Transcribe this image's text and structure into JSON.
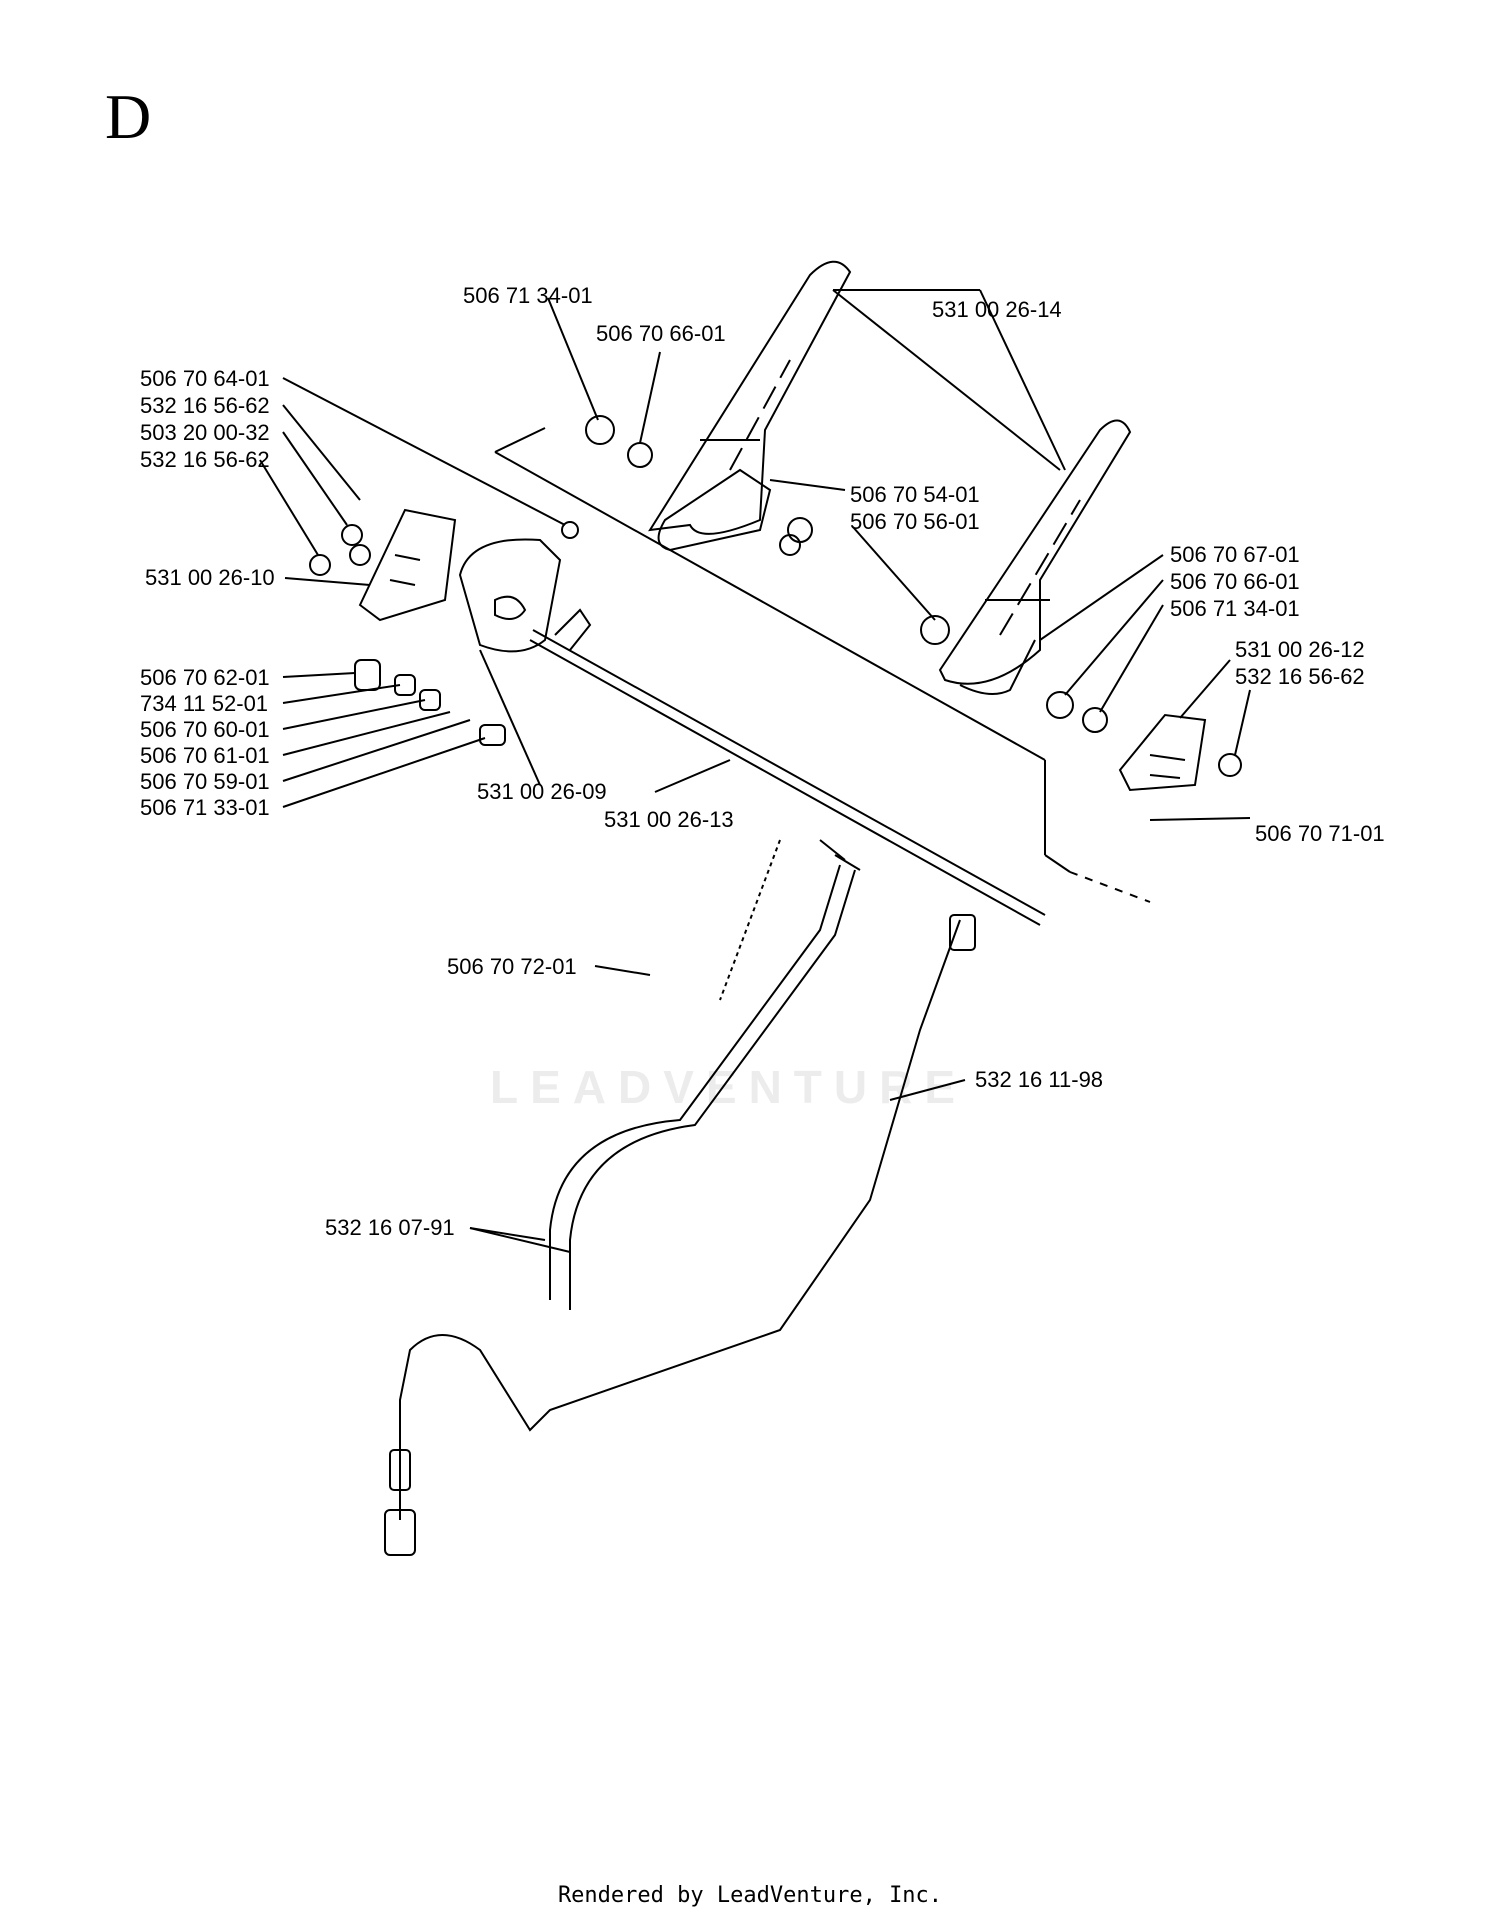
{
  "section": "D",
  "watermark": "LEADVENTURE",
  "footer": "Rendered by LeadVenture, Inc.",
  "labels": {
    "l_506713401_a": "506 71 34-01",
    "l_506706601_a": "506 70 66-01",
    "l_531002614": "531 00 26-14",
    "l_506706401": "506 70 64-01",
    "l_532165662_a": "532 16 56-62",
    "l_503200032": "503 20 00-32",
    "l_532165662_b": "532 16 56-62",
    "l_506705401": "506 70 54-01",
    "l_506705601": "506 70 56-01",
    "l_531002610": "531 00 26-10",
    "l_506706701": "506 70 67-01",
    "l_506706601_b": "506 70 66-01",
    "l_506713401_b": "506 71 34-01",
    "l_531002612": "531 00 26-12",
    "l_532165662_c": "532 16 56-62",
    "l_506706201": "506 70 62-01",
    "l_734115201": "734 11 52-01",
    "l_506706001": "506 70 60-01",
    "l_506706101": "506 70 61-01",
    "l_506705901": "506 70 59-01",
    "l_506713301": "506 71 33-01",
    "l_531002609": "531 00 26-09",
    "l_531002613": "531 00 26-13",
    "l_506707101": "506 70 71-01",
    "l_506707201": "506 70 72-01",
    "l_532161198": "532 16 11-98",
    "l_532160791": "532 16 07-91"
  }
}
